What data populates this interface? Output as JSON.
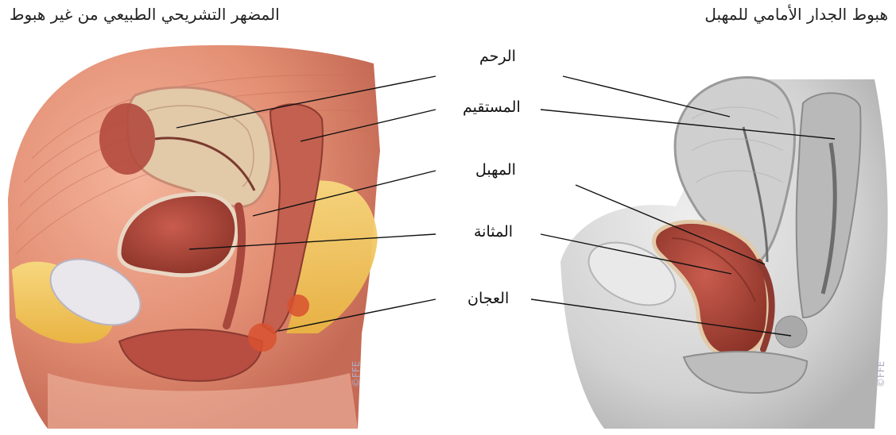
{
  "titles": {
    "left": "المضهر التشريحي الطبيعي من غير هبوط",
    "right": "هبوط الجدار الأمامي للمهبل"
  },
  "labels": {
    "uterus": "الرحم",
    "rectum": "المستقيم",
    "vagina": "المهبل",
    "bladder": "المثانة",
    "perineum": "العجان"
  },
  "watermark": "©FFE",
  "colors": {
    "tissue_pink": "#e89a7e",
    "tissue_dark": "#b95a4a",
    "uterus_beige": "#e8d6bd",
    "fat_yellow": "#f1c35a",
    "gray_tissue": "#cfcfcf",
    "bladder_red": "#a8463c"
  }
}
